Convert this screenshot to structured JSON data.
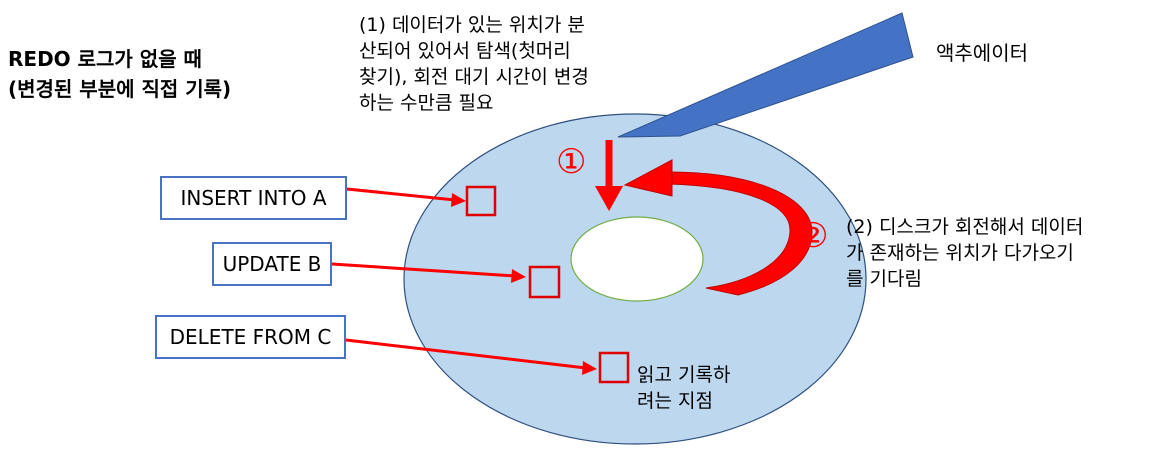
{
  "title": {
    "line1": "REDO 로그가 없을 때",
    "line2": "(변경된 부분에 직접 기록)"
  },
  "note_seek": {
    "line1": "(1) 데이터가 있는 위치가 분",
    "line2": "산되어 있어서 탐색(첫머리",
    "line3": "찾기), 회전 대기 시간이 변경",
    "line4": "하는 수만큼 필요"
  },
  "actuator_label": "액추에이터",
  "note_rotation": {
    "line1": "(2) 디스크가 회전해서 데이터",
    "line2": "가 존재하는 위치가 다가오기",
    "line3": "를 기다림"
  },
  "step_markers": {
    "one": "①",
    "two": "②"
  },
  "commands": [
    {
      "label": "INSERT INTO A"
    },
    {
      "label": "UPDATE B"
    },
    {
      "label": "DELETE FROM C"
    }
  ],
  "read_write_note": {
    "line1": "읽고 기록하",
    "line2": "려는 지점"
  },
  "colors": {
    "disk_fill": "#bdd7ee",
    "disk_stroke": "#2f4f7f",
    "arm_fill": "#4472c4",
    "arrow_red": "#ff0000",
    "hub_stroke": "#70ad47",
    "box_border": "#4a72c4"
  }
}
